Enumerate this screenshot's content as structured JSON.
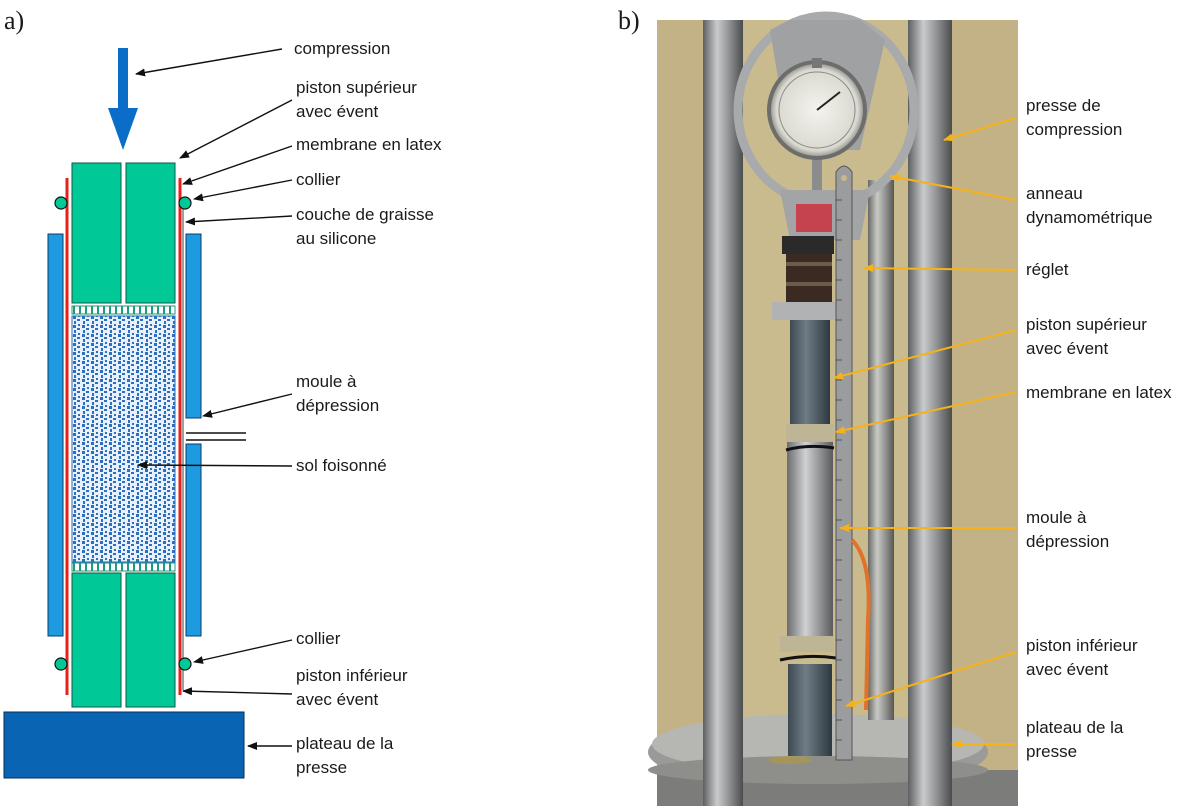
{
  "panel_a": {
    "tag": "a)",
    "labels": {
      "compression": "compression",
      "piston_sup_1": "piston supérieur",
      "piston_sup_2": "avec évent",
      "membrane": "membrane en latex",
      "collier_top": "collier",
      "graisse_1": "couche de graisse",
      "graisse_2": "au silicone",
      "moule_1": "moule à",
      "moule_2": "dépression",
      "sol": "sol foisonné",
      "collier_bottom": "collier",
      "piston_inf_1": "piston inférieur",
      "piston_inf_2": "avec évent",
      "plateau_1": "plateau de la",
      "plateau_2": "presse"
    }
  },
  "panel_b": {
    "tag": "b)",
    "labels": {
      "presse_1": "presse de",
      "presse_2": "compression",
      "anneau_1": "anneau",
      "anneau_2": "dynamométrique",
      "reglet": "réglet",
      "piston_sup_1": "piston supérieur",
      "piston_sup_2": "avec évent",
      "membrane": "membrane en latex",
      "moule_1": "moule à",
      "moule_2": "dépression",
      "piston_inf_1": "piston inférieur",
      "piston_inf_2": "avec évent",
      "plateau_1": "plateau de la",
      "plateau_2": "presse"
    }
  },
  "colors": {
    "piston_green": "#00c896",
    "mold_blue": "#1e9be0",
    "base_blue": "#0a64b4",
    "arrow_blue": "#0a6ec8",
    "membrane_red": "#e8201a",
    "soil_dots": "#2a6fc0",
    "photo_arrow": "#f5b21a"
  }
}
